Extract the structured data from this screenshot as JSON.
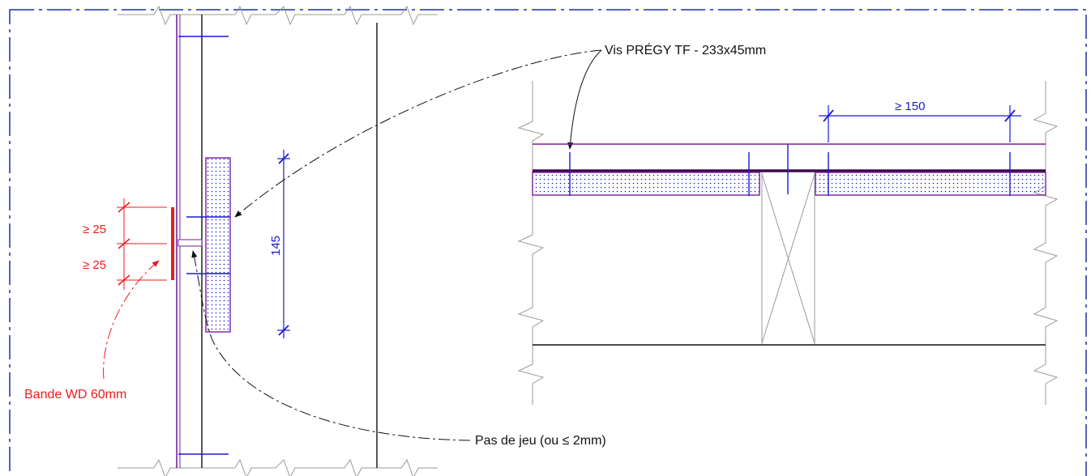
{
  "labels": {
    "screw": "Vis PRÉGY TF - 233x45mm",
    "gap": "Pas de jeu (ou ≤ 2mm)",
    "band": "Bande WD 60mm",
    "dim_top": "≥ 25",
    "dim_bottom": "≥ 25",
    "dim_vertical": "145",
    "dim_spacing": "≥ 150"
  },
  "colors": {
    "purple": "#7a1fa0",
    "dark_purple": "#3b0a50",
    "blue": "#1a1ad0",
    "red": "#ee1c1c",
    "black": "#111111",
    "gray": "#9a9a9a",
    "frame": "#1c2fa8"
  }
}
